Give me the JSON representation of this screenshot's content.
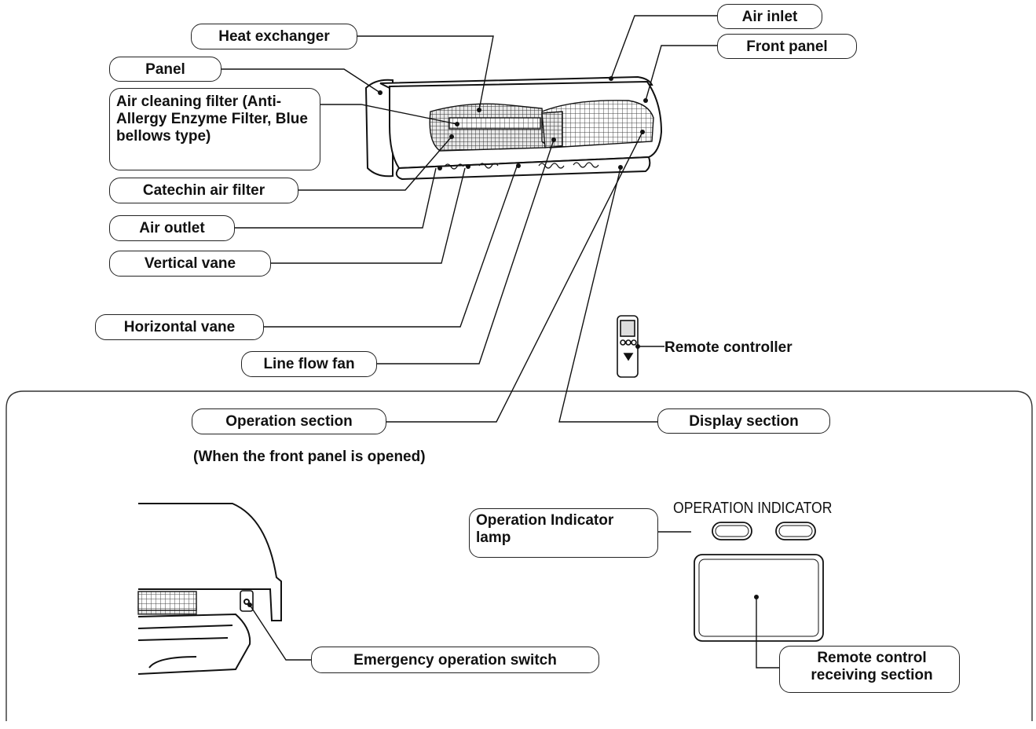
{
  "labels": {
    "air_inlet": "Air inlet",
    "heat_exchanger": "Heat exchanger",
    "front_panel": "Front panel",
    "panel": "Panel",
    "air_cleaning_filter": "Air cleaning filter (Anti-Allergy Enzyme Filter, Blue bellows type)",
    "catechin_air_filter": "Catechin air filter",
    "air_outlet": "Air outlet",
    "vertical_vane": "Vertical vane",
    "horizontal_vane": "Horizontal vane",
    "line_flow_fan": "Line flow fan",
    "remote_controller": "Remote controller",
    "operation_section": "Operation section",
    "display_section": "Display section",
    "operation_indicator_lamp": "Operation Indicator lamp",
    "emergency_operation_switch": "Emergency operation switch",
    "remote_control_receiving_section": "Remote control receiving section"
  },
  "notes": {
    "front_panel_opened": "(When the front panel is opened)",
    "operation_indicator_title": "OPERATION INDICATOR"
  }
}
